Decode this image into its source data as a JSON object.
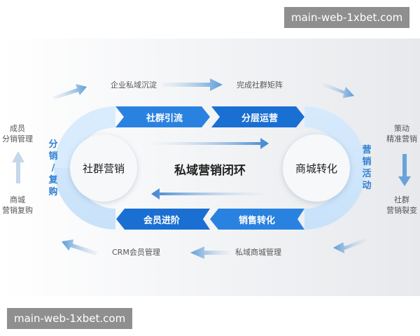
{
  "watermark_top": "main-web-1xbet.com",
  "watermark_bottom": "main-web-1xbet.com",
  "center_title": "私域营销闭环",
  "left_circle": "社群营销",
  "right_circle": "商城转化",
  "top_chevrons": [
    "社群引流",
    "分层运营"
  ],
  "bottom_chevrons": [
    "会员进阶",
    "销售转化"
  ],
  "left_arc": [
    "分",
    "销",
    "/",
    "复",
    "购"
  ],
  "right_arc": [
    "营",
    "销",
    "活",
    "动"
  ],
  "outer_labels": {
    "top_left": "企业私域沉淀",
    "top_right": "完成社群矩阵",
    "right_top": [
      "策动",
      "精准营销"
    ],
    "right_bottom": [
      "社群",
      "营销裂变"
    ],
    "bottom_right": "私域商城管理",
    "bottom_left": "CRM会员管理",
    "left_bottom": [
      "商城",
      "营销复购"
    ],
    "left_top": [
      "成员",
      "分销管理"
    ]
  },
  "colors": {
    "primary": "#1a73d9",
    "light": "#3d93e8",
    "arc": "#d2e7fb"
  }
}
